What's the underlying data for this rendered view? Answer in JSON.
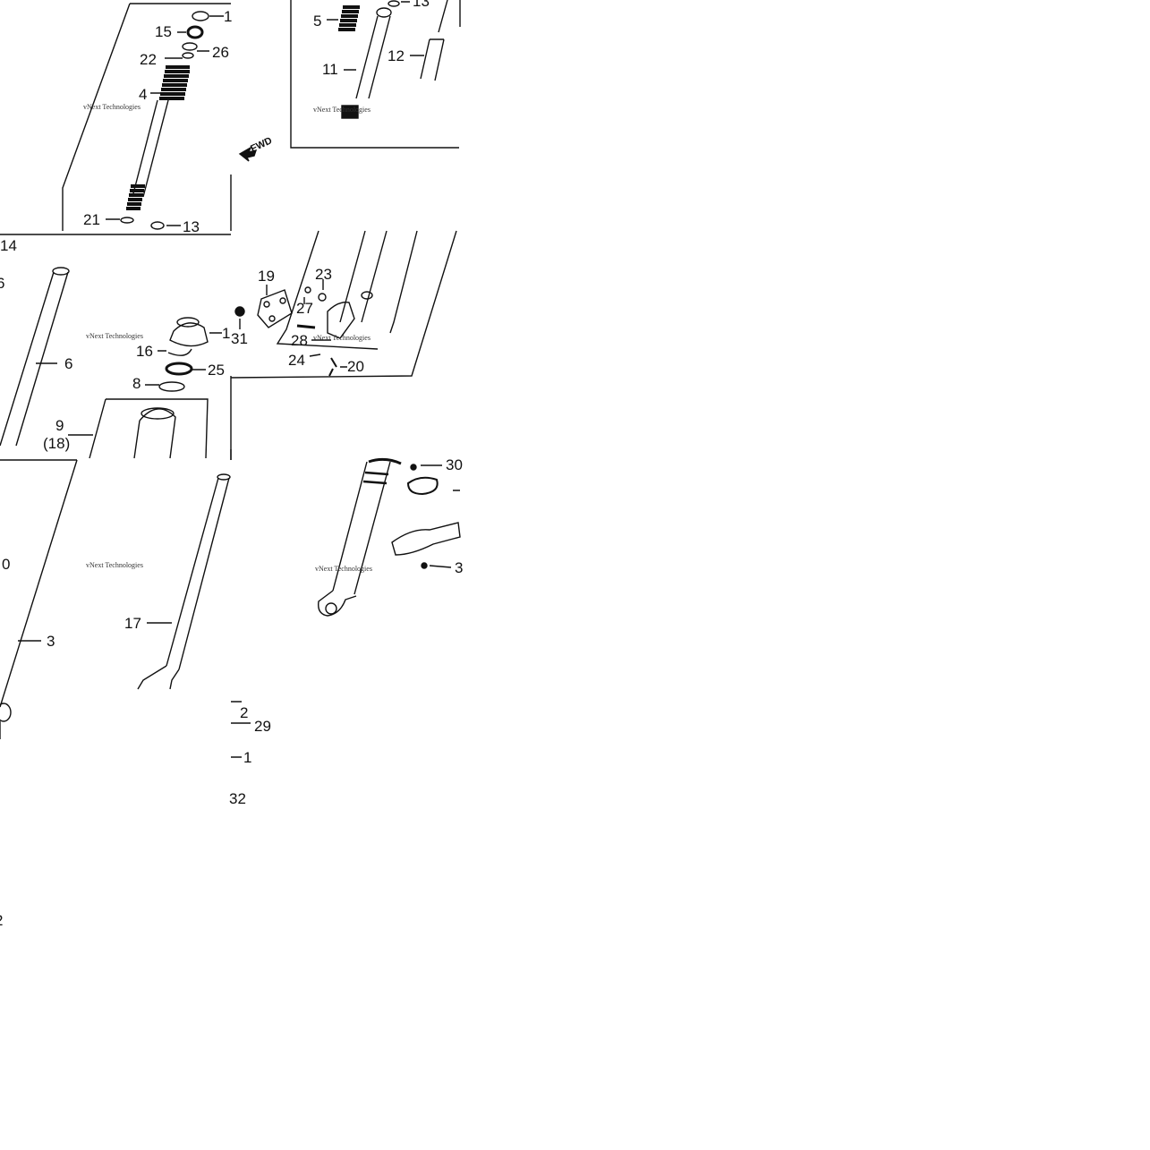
{
  "diagram": {
    "watermark": "vNext Technologies",
    "fwd_label": "FWD",
    "callouts": {
      "c_1a": "1",
      "c_15a": "15",
      "c_26": "26",
      "c_22": "22",
      "c_4": "4",
      "c_21": "21",
      "c_13b": "13",
      "c_14": "14",
      "c_6side": "6",
      "c_6": "6",
      "c_1b": "1",
      "c_16": "16",
      "c_25": "25",
      "c_8": "8",
      "c_9": "9",
      "c_18": "(18)",
      "c_10": "0",
      "c_3": "3",
      "c_17": "17",
      "c_2": "2",
      "c_29": "29",
      "c_1c": "1",
      "c_32": "32",
      "c_2b": "2",
      "c_5": "5",
      "c_13a": "13",
      "c_11": "11",
      "c_12": "12",
      "c_19": "19",
      "c_23": "23",
      "c_27": "27",
      "c_31": "31",
      "c_28": "28",
      "c_24": "24",
      "c_20": "20",
      "c_30": "30",
      "c_3b": "3"
    }
  }
}
